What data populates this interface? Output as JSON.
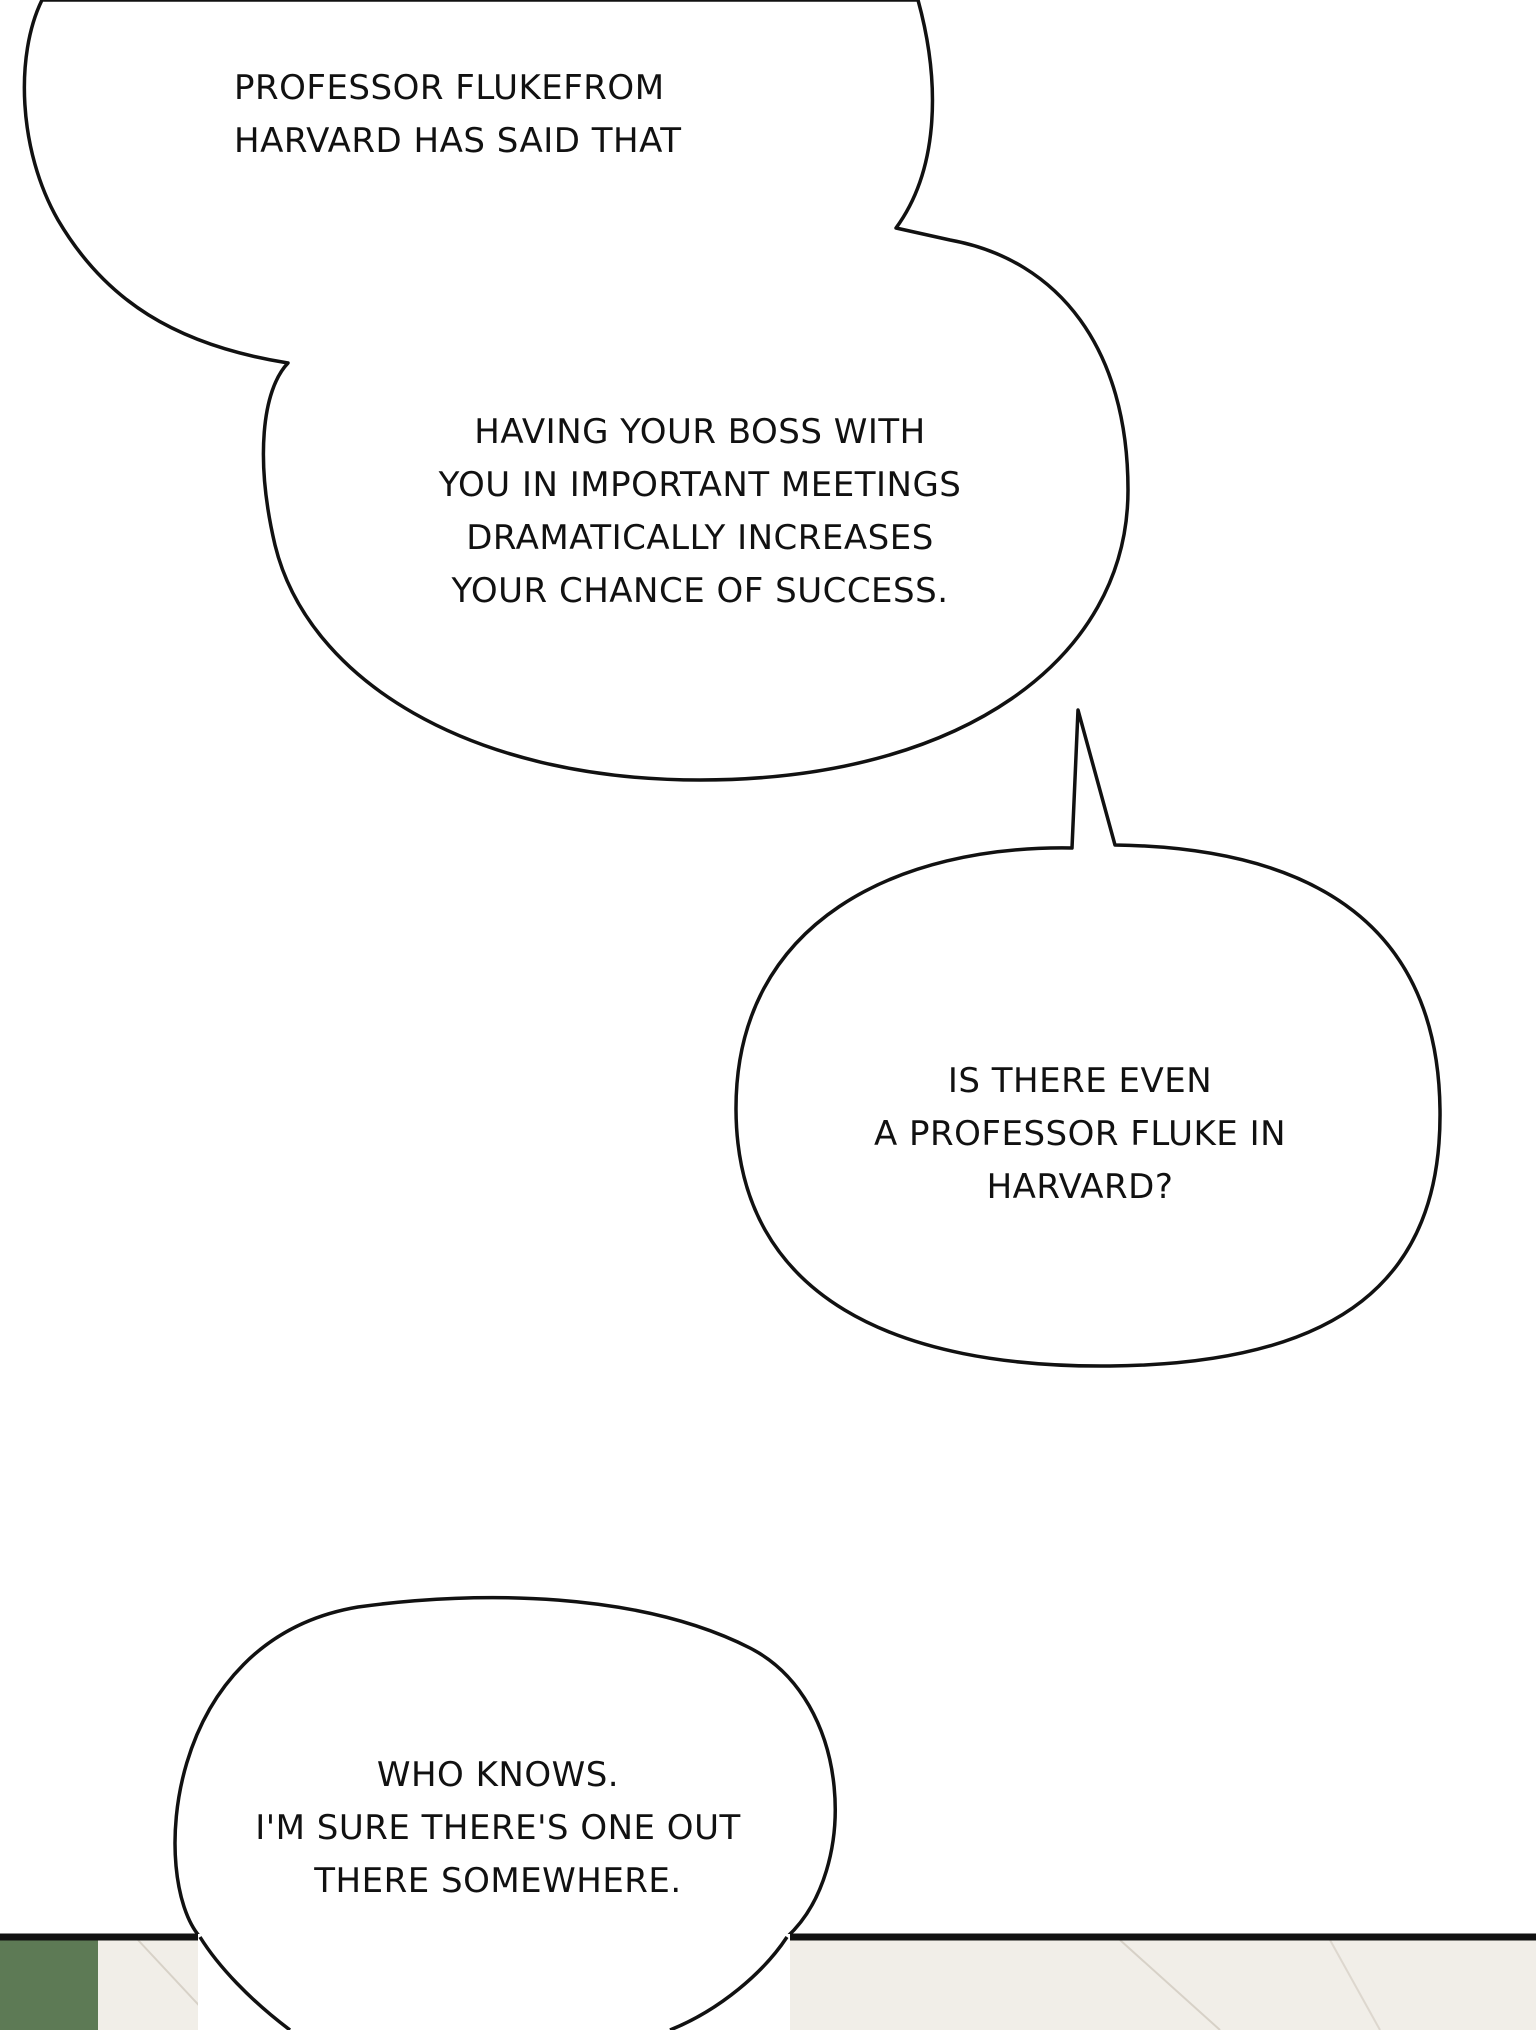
{
  "panel": {
    "bubbles": [
      {
        "id": "bubble-1",
        "lines": [
          "PROFESSOR FLUKEFROM",
          "HARVARD HAS SAID THAT"
        ]
      },
      {
        "id": "bubble-2",
        "lines": [
          "HAVING YOUR BOSS WITH",
          "YOU IN IMPORTANT MEETINGS",
          "DRAMATICALLY INCREASES",
          "YOUR CHANCE OF SUCCESS."
        ]
      },
      {
        "id": "bubble-3",
        "lines": [
          "IS THERE EVEN",
          "A PROFESSOR FLUKE IN",
          "HARVARD?"
        ]
      },
      {
        "id": "bubble-4",
        "lines": [
          "WHO KNOWS.",
          "I'M SURE THERE'S ONE OUT",
          "THERE SOMEWHERE."
        ]
      }
    ]
  },
  "colors": {
    "background": "#ffffff",
    "outline": "#111111",
    "panel_wall": "#f1eee8",
    "panel_green": "#5d7a55"
  }
}
